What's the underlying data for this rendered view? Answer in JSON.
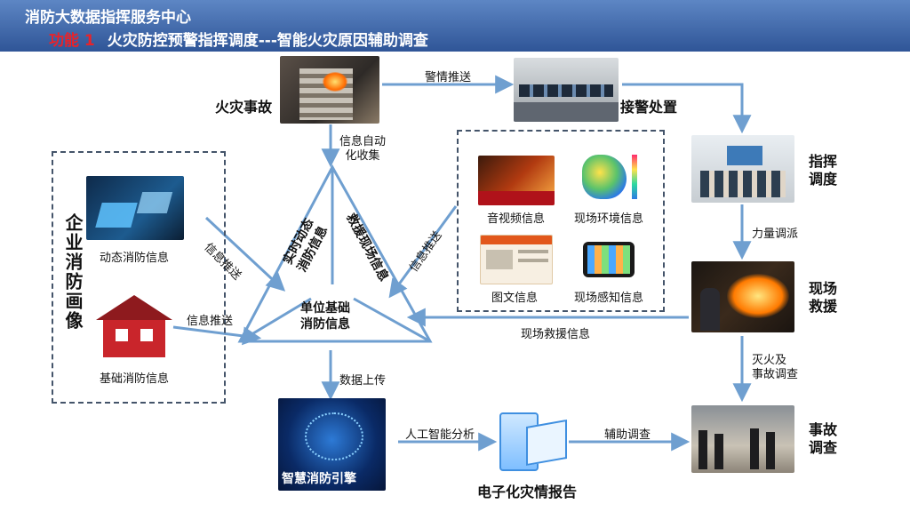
{
  "header": {
    "org": "消防大数据指挥服务中心",
    "func_label": "功能 1",
    "title": "火灾防控预警指挥调度---智能火灾原因辅助调查"
  },
  "nodes": {
    "fire_accident": "火灾事故",
    "alarm_handling": "接警处置",
    "command": "指挥\n调度",
    "onsite_rescue": "现场\n救援",
    "accident_investigation": "事故\n调查",
    "enterprise_profile": "企业消防画像",
    "dynamic_info": "动态消防信息",
    "basic_info": "基础消防信息",
    "av_info": "音视频信息",
    "env_info": "现场环境信息",
    "graphic_info": "图文信息",
    "sensing_info": "现场感知信息",
    "unit_basic": "单位基础\n消防信息",
    "tri_left": "实时动态\n消防信息",
    "tri_right": "救援现场信息",
    "engine": "智慧消防引擎",
    "report": "电子化灾情报告"
  },
  "edges": {
    "alarm_push": "警情推送",
    "auto_collect": "信息自动\n化收集",
    "force_dispatch": "力量调派",
    "extinguish": "灭火及\n事故调查",
    "info_push_1": "信息推送",
    "info_push_2": "信息推送",
    "info_push_3": "信息推送",
    "rescue_info": "现场救援信息",
    "data_upload": "数据上传",
    "ai_analysis": "人工智能分析",
    "assist_investigation": "辅助调查"
  },
  "colors": {
    "header": "#2f5597",
    "arrow": "#6f9fd0",
    "red": "#e8232a",
    "dash": "#44546a"
  }
}
